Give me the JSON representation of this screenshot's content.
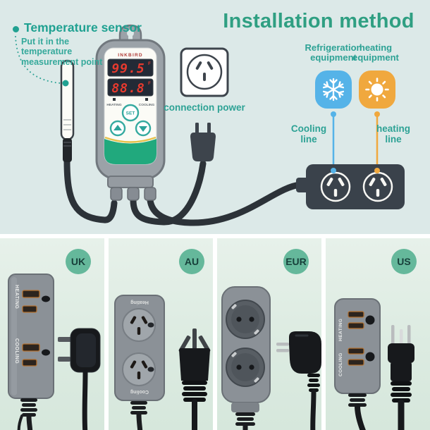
{
  "title": "Installation method",
  "sensor": {
    "label": "Temperature sensor",
    "note": "Put it in the temperature measurement point"
  },
  "controller": {
    "brand": "INKBIRD",
    "display_top_value": "99.5",
    "display_top_unit": "F",
    "display_bottom_value": "88.8",
    "display_bottom_unit": "F",
    "set_button": "SET",
    "heating_indicator": "HEATING",
    "cooling_indicator": "COOLING"
  },
  "power": {
    "connection_label": "connection power"
  },
  "equipment": {
    "refrigeration_label": "Refrigeration equipment",
    "heating_label": "heating equipment",
    "cooling_line_label": "Cooling line",
    "heating_line_label": "heating line"
  },
  "icons": {
    "refrigeration": "snowflake-icon",
    "heating": "sun-icon"
  },
  "colors": {
    "accent_teal": "#2da295",
    "title_green": "#2f9f82",
    "cooling_blue": "#55b3e8",
    "heating_orange": "#f0a83e",
    "strip_dark": "#3a424b",
    "badge_green": "#65b89b",
    "device_green": "#21a97d",
    "digit_red": "#e73a2e"
  },
  "plug_types": [
    {
      "region": "UK",
      "heating_label": "HEATING",
      "cooling_label": "COOLING"
    },
    {
      "region": "AU",
      "heating_label": "Heating",
      "cooling_label": "Cooling"
    },
    {
      "region": "EUR"
    },
    {
      "region": "US",
      "heating_label": "HEATING",
      "cooling_label": "COOLING"
    }
  ]
}
